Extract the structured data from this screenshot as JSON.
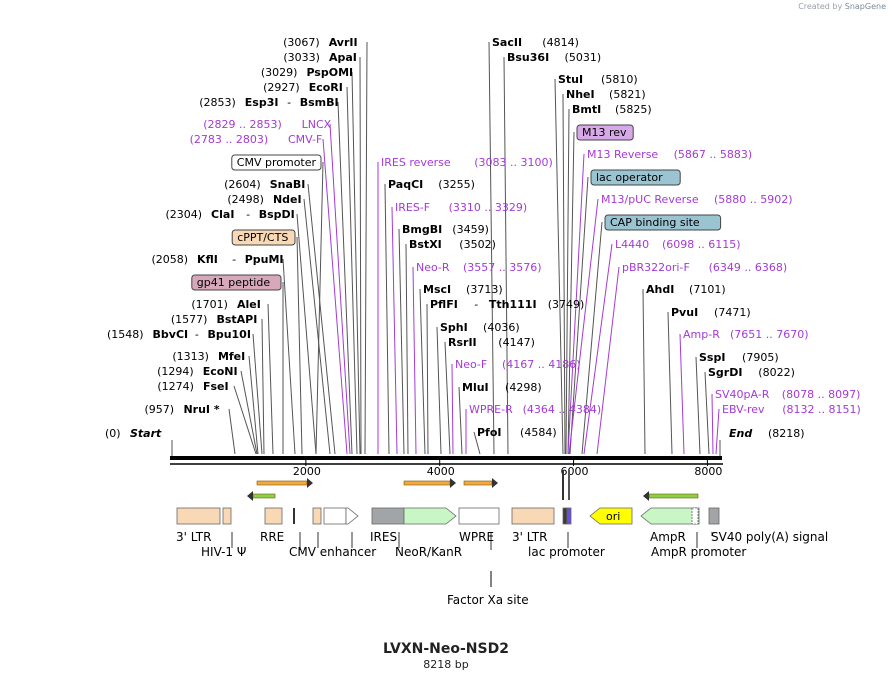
{
  "credit": {
    "prefix": "Created by",
    "brand": "SnapGene"
  },
  "map": {
    "title": "LVXN-Neo-NSD2",
    "length_label": "8218 bp"
  },
  "axis_ticks": [
    "2000",
    "4000",
    "6000",
    "8000"
  ],
  "ends": {
    "start_label": "Start",
    "start_pos": "(0)",
    "end_label": "End",
    "end_pos": "(8218)"
  },
  "left_sites": [
    {
      "pos": "(3067)",
      "name": "AvrII"
    },
    {
      "pos": "(3033)",
      "name": "ApaI"
    },
    {
      "pos": "(3029)",
      "name": "PspOMI"
    },
    {
      "pos": "(2927)",
      "name": "EcoRI"
    },
    {
      "pos": "(2853)",
      "name": "Esp3I",
      "name2": "BsmBI"
    },
    {
      "pos": "(2829 .. 2853)",
      "name": "LNCX",
      "kind": "primer"
    },
    {
      "pos": "(2783 .. 2803)",
      "name": "CMV-F",
      "kind": "primer"
    },
    {
      "name": "CMV promoter",
      "kind": "box"
    },
    {
      "pos": "(2604)",
      "name": "SnaBI"
    },
    {
      "pos": "(2498)",
      "name": "NdeI"
    },
    {
      "pos": "(2304)",
      "name": "ClaI",
      "name2": "BspDI"
    },
    {
      "name": "cPPT/CTS",
      "kind": "box"
    },
    {
      "pos": "(2058)",
      "name": "KflI",
      "name2": "PpuMI"
    },
    {
      "name": "gp41 peptide",
      "kind": "box"
    },
    {
      "pos": "(1701)",
      "name": "AleI"
    },
    {
      "pos": "(1577)",
      "name": "BstAPI"
    },
    {
      "pos": "(1548)",
      "name": "BbvCI",
      "name2": "Bpu10I"
    },
    {
      "pos": "(1313)",
      "name": "MfeI"
    },
    {
      "pos": "(1294)",
      "name": "EcoNI"
    },
    {
      "pos": "(1274)",
      "name": "FseI"
    },
    {
      "pos": "(957)",
      "name": "NruI *"
    }
  ],
  "mid_sites": [
    {
      "name": "IRES reverse",
      "pos": "(3083 .. 3100)",
      "kind": "primer"
    },
    {
      "name": "PaqCI",
      "pos": "(3255)"
    },
    {
      "name": "IRES-F",
      "pos": "(3310 .. 3329)",
      "kind": "primer"
    },
    {
      "name": "BmgBI",
      "pos": "(3459)"
    },
    {
      "name": "BstXI",
      "pos": "(3502)"
    },
    {
      "name": "Neo-R",
      "pos": "(3557 .. 3576)",
      "kind": "primer"
    },
    {
      "name": "MscI",
      "pos": "(3713)"
    },
    {
      "name": "PflFI",
      "name2": "Tth111I",
      "pos": "(3749)"
    },
    {
      "name": "SphI",
      "pos": "(4036)"
    },
    {
      "name": "RsrII",
      "pos": "(4147)"
    },
    {
      "name": "Neo-F",
      "pos": "(4167 .. 4186)",
      "kind": "primer"
    },
    {
      "name": "MluI",
      "pos": "(4298)"
    },
    {
      "name": "WPRE-R",
      "pos": "(4364 .. 4384)",
      "kind": "primer"
    },
    {
      "name": "PfoI",
      "pos": "(4584)"
    }
  ],
  "right_sites": [
    {
      "name": "SacII",
      "pos": "(4814)"
    },
    {
      "name": "Bsu36I",
      "pos": "(5031)"
    },
    {
      "name": "StuI",
      "pos": "(5810)"
    },
    {
      "name": "NheI",
      "pos": "(5821)"
    },
    {
      "name": "BmtI",
      "pos": "(5825)"
    },
    {
      "name": "M13 rev",
      "kind": "box"
    },
    {
      "name": "M13 Reverse",
      "pos": "(5867 .. 5883)",
      "kind": "primer"
    },
    {
      "name": "lac operator",
      "kind": "box"
    },
    {
      "name": "M13/pUC Reverse",
      "pos": "(5880 .. 5902)",
      "kind": "primer"
    },
    {
      "name": "CAP binding site",
      "kind": "box"
    },
    {
      "name": "L4440",
      "pos": "(6098 .. 6115)",
      "kind": "primer"
    },
    {
      "name": "pBR322ori-F",
      "pos": "(6349 .. 6368)",
      "kind": "primer"
    },
    {
      "name": "AhdI",
      "pos": "(7101)"
    },
    {
      "name": "PvuI",
      "pos": "(7471)"
    },
    {
      "name": "Amp-R",
      "pos": "(7651 .. 7670)",
      "kind": "primer"
    },
    {
      "name": "SspI",
      "pos": "(7905)"
    },
    {
      "name": "SgrDI",
      "pos": "(8022)"
    },
    {
      "name": "SV40pA-R",
      "pos": "(8078 .. 8097)",
      "kind": "primer"
    },
    {
      "name": "EBV-rev",
      "pos": "(8132 .. 8151)",
      "kind": "primer"
    }
  ],
  "features": [
    {
      "label": "3' LTR",
      "row": 1
    },
    {
      "label": "HIV-1 Ψ",
      "row": 2
    },
    {
      "label": "RRE",
      "row": 1
    },
    {
      "label": "CMV enhancer",
      "row": 2
    },
    {
      "label": "IRES",
      "row": 1
    },
    {
      "label": "NeoR/KanR",
      "row": 2
    },
    {
      "label": "WPRE",
      "row": 1
    },
    {
      "label": "3' LTR",
      "row": 1
    },
    {
      "label": "lac promoter",
      "row": 2
    },
    {
      "label": "ori",
      "row": 0
    },
    {
      "label": "AmpR",
      "row": 1
    },
    {
      "label": "AmpR promoter",
      "row": 2
    },
    {
      "label": "SV40 poly(A) signal",
      "row": 1
    },
    {
      "label": "Factor Xa site",
      "row": 3
    }
  ],
  "colors": {
    "enzyme_text": "#000000",
    "position_text": "#000000",
    "primer_text": "#a43ad6",
    "feature_orange": "#f9d8b6",
    "feature_green": "#c8f7c5",
    "feature_gray": "#a2a5a8",
    "ori_yellow": "#ffff00",
    "lac_operator": "#9bc4d2",
    "m13_rev": "#d8a9e8",
    "gp41": "#d7a8ba",
    "line": "#555555"
  }
}
